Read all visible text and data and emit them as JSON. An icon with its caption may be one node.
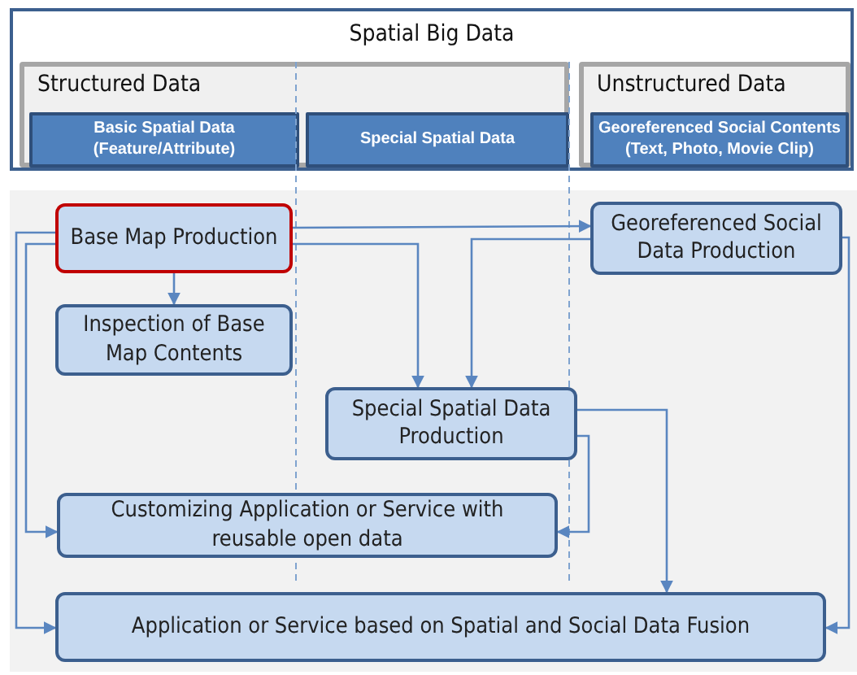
{
  "diagram": {
    "nodes": [
      {
        "text": [
          "Spatial Big Data"
        ]
      },
      {
        "text": [
          "Structured Data"
        ],
        "in": 0
      },
      {
        "text": [
          "Basic Spatial Data (Feature/Attribute)"
        ],
        "in": 1
      },
      {
        "text": [
          "Special Spatial Data"
        ],
        "in": 1
      },
      {
        "text": [
          "Unstructured Data"
        ],
        "in": 0
      },
      {
        "text": [
          "Georeferenced Social Contents (Text, Photo, Movie Clip)"
        ],
        "in": 4
      },
      {
        "text": [
          "Base Map Production"
        ]
      },
      {
        "text": [
          "Inspection of Base Map Contents"
        ]
      },
      {
        "text": [
          "Georeferenced Social Data Production"
        ]
      },
      {
        "text": [
          "Special Spatial Data Production"
        ]
      },
      {
        "text": [
          "Customizing Application or Service with reusable open data"
        ]
      },
      {
        "text": [
          "Application or Service based on Spatial and Social Data Fusion"
        ]
      }
    ],
    "edges": [
      {
        "from": 6,
        "to": 7,
        "arrow": "to"
      },
      {
        "from": 6,
        "to": 8,
        "arrow": "to"
      },
      {
        "from": 6,
        "to": 9,
        "arrow": "to"
      },
      {
        "from": 6,
        "to": 10,
        "arrow": "to"
      },
      {
        "from": 6,
        "to": 11,
        "arrow": "to"
      },
      {
        "from": 8,
        "to": 9,
        "arrow": "to"
      },
      {
        "from": 8,
        "to": 11,
        "arrow": "to"
      },
      {
        "from": 9,
        "to": 10,
        "arrow": "to"
      },
      {
        "from": 9,
        "to": 11,
        "arrow": "to"
      }
    ]
  }
}
